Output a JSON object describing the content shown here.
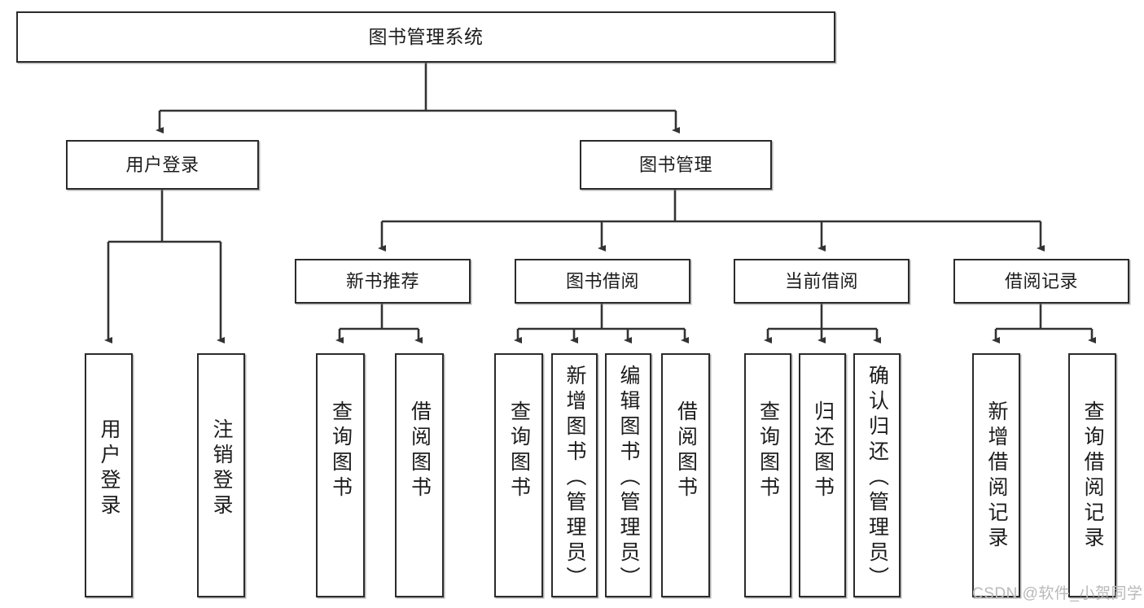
{
  "diagram": {
    "title": "图书管理系统",
    "type": "hierarchy-tree",
    "nodes": {
      "root": {
        "label": "图书管理系统"
      },
      "level2": [
        {
          "id": "user-login",
          "label": "用户登录"
        },
        {
          "id": "book-manage",
          "label": "图书管理"
        }
      ],
      "level3": [
        {
          "id": "new-book-rec",
          "label": "新书推荐"
        },
        {
          "id": "book-borrow",
          "label": "图书借阅"
        },
        {
          "id": "current-borrow",
          "label": "当前借阅"
        },
        {
          "id": "borrow-record",
          "label": "借阅记录"
        }
      ],
      "leaves": [
        {
          "id": "leaf-user-login",
          "label": "用户登录",
          "parent": "user-login"
        },
        {
          "id": "leaf-logout-login",
          "label": "注销登录",
          "parent": "user-login"
        },
        {
          "id": "leaf-query-book-1",
          "label": "查询图书",
          "parent": "new-book-rec"
        },
        {
          "id": "leaf-borrow-book-1",
          "label": "借阅图书",
          "parent": "new-book-rec"
        },
        {
          "id": "leaf-query-book-2",
          "label": "查询图书",
          "parent": "book-borrow"
        },
        {
          "id": "leaf-add-book",
          "label": "新增图书（管理员）",
          "parent": "book-borrow"
        },
        {
          "id": "leaf-edit-book",
          "label": "编辑图书（管理员）",
          "parent": "book-borrow"
        },
        {
          "id": "leaf-borrow-book-2",
          "label": "借阅图书",
          "parent": "book-borrow"
        },
        {
          "id": "leaf-query-book-3",
          "label": "查询图书",
          "parent": "current-borrow"
        },
        {
          "id": "leaf-return-book",
          "label": "归还图书",
          "parent": "current-borrow"
        },
        {
          "id": "leaf-confirm-return",
          "label": "确认归还（管理员）",
          "parent": "current-borrow"
        },
        {
          "id": "leaf-add-record",
          "label": "新增借阅记录",
          "parent": "borrow-record"
        },
        {
          "id": "leaf-query-record",
          "label": "查询借阅记录",
          "parent": "borrow-record"
        }
      ]
    },
    "colors": {
      "border": "#2b2b2b",
      "fill": "#ffffff",
      "text": "#1c1c1c",
      "edge": "#333333",
      "watermark": "#b9b9b9"
    }
  },
  "watermark": {
    "text": "CSDN @软件_小贺同学"
  }
}
